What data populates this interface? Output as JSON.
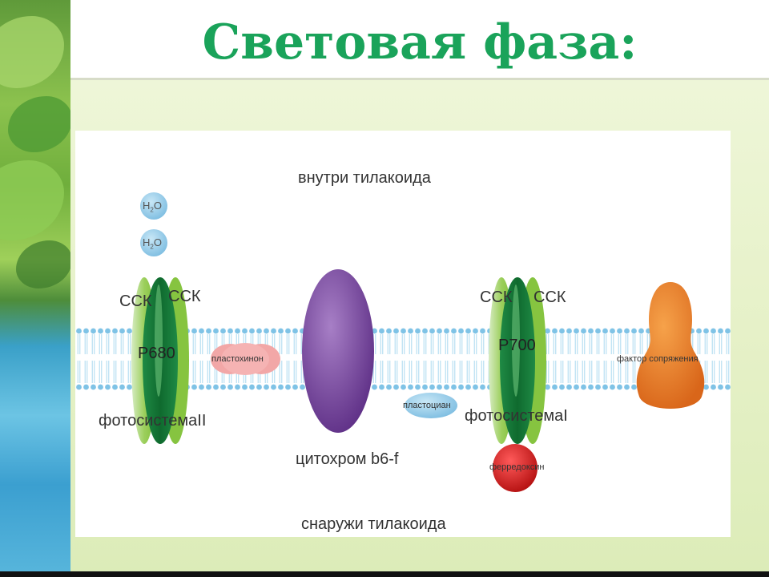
{
  "slide": {
    "title": "Световая фаза:"
  },
  "diagram": {
    "inside_label": "внутри тилакоида",
    "outside_label": "снаружи тилакоида",
    "water": [
      {
        "label": "H2O",
        "main": "H",
        "sub": "2",
        "tail": "O"
      },
      {
        "label": "H2O",
        "main": "H",
        "sub": "2",
        "tail": "O"
      }
    ],
    "photosystem2": {
      "ssk_left": "ССК",
      "ssk_right": "ССК",
      "center": "Р680",
      "name": "фотосистемаII"
    },
    "plastoquinone": "пластохинон",
    "cytochrome": "цитохром b6-f",
    "plastocyanin": "пластоциан",
    "photosystem1": {
      "ssk_left": "ССК",
      "ssk_right": "ССК",
      "center": "Р700",
      "name": "фотосистемаI"
    },
    "ferredoxin": "ферредоксин",
    "coupling_factor": "фактор сопряжения"
  },
  "colors": {
    "title": "#1aa35a",
    "membrane": "#7fc3e6",
    "photosystem_dark": "#1a7a3a",
    "photosystem_light": "#8cc63f",
    "cytochrome": "#7b4a9e",
    "plastoquinone": "#f2a7a7",
    "plastocyanin": "#9ccfe9",
    "ferredoxin": "#d91e1e",
    "coupling_factor": "#e67e22",
    "water": "#8ccbec"
  }
}
